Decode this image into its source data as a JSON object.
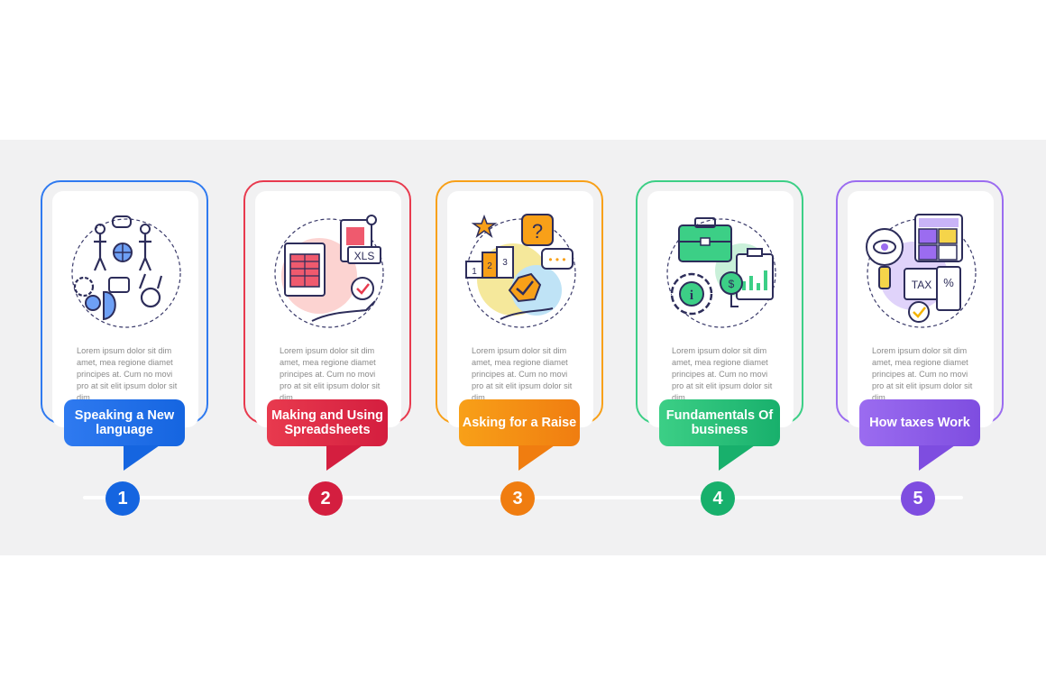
{
  "description": "Lorem ipsum dolor sit dim amet, mea regione diamet principes at. Cum no movi pro at sit elit ipsum dolor sit dim",
  "steps": [
    {
      "number": "1",
      "title": "Speaking a New language",
      "color": "#2f7af0",
      "color2": "#1565e0"
    },
    {
      "number": "2",
      "title": "Making and Using Spreadsheets",
      "color": "#e83a4e",
      "color2": "#d41e3f"
    },
    {
      "number": "3",
      "title": "Asking for a Raise",
      "color": "#f8a018",
      "color2": "#f07d10"
    },
    {
      "number": "4",
      "title": "Fundamentals Of business",
      "color": "#3ccf86",
      "color2": "#18b06c"
    },
    {
      "number": "5",
      "title": "How taxes Work",
      "color": "#9b6cf0",
      "color2": "#7e4de0"
    }
  ]
}
